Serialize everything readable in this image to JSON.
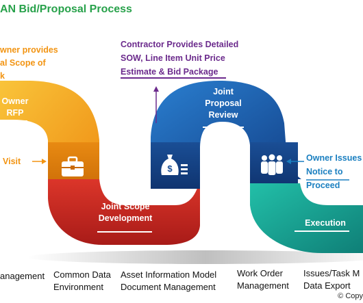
{
  "title": "AN Bid/Proposal Process",
  "notes": {
    "owner_scope": [
      "wner provides",
      "al Scope of",
      "k"
    ],
    "contractor": [
      "Contractor Provides Detailed",
      "SOW, Line Item Unit Price",
      "Estimate & Bid Package"
    ],
    "owner_issues": [
      "Owner Issues",
      "Notice to",
      "Proceed"
    ]
  },
  "steps": {
    "owner_rfp": [
      "Owner",
      "RFP"
    ],
    "site_visit": "Visit",
    "joint_scope": [
      "Joint Scope",
      "Development"
    ],
    "joint_proposal": [
      "Joint",
      "Proposal",
      "Review"
    ],
    "execution": "Execution"
  },
  "bottom_labels": {
    "col1": [
      "anagement"
    ],
    "col2": [
      "Common Data",
      "Environment"
    ],
    "col3": [
      "Asset Information Model",
      "Document Management"
    ],
    "col4": [
      "Work Order",
      "Management"
    ],
    "col5": [
      "Issues/Task M",
      "Data Export"
    ]
  },
  "copyright": "© Copy",
  "icons": [
    "briefcase-icon",
    "money-bag-icon",
    "people-group-icon"
  ],
  "colors": {
    "orange": "#f5a51e",
    "red": "#d42f26",
    "blue": "#1b63b4",
    "teal": "#16a194",
    "title_green": "#27a14a",
    "purple": "#6b2a8c",
    "note_blue": "#1a7fc0"
  }
}
